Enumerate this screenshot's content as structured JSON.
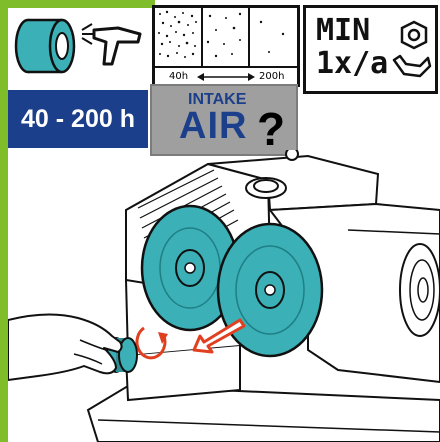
{
  "header": {
    "hours_range": "40 - 200 h",
    "intake_label": "INTAKE",
    "air_label": "AIR",
    "question_mark": "?",
    "scale_start": "40h",
    "scale_end": "200h",
    "min_label": "MIN",
    "frequency_label": "1x/a"
  },
  "colors": {
    "green": "#7fbe2a",
    "navy": "#1b3f8b",
    "gray": "#9f9f9f",
    "filter_teal": "#3bb0b7",
    "arrow_red": "#e0401f"
  },
  "icons": [
    "filter-cartridge-icon",
    "air-gun-icon",
    "dust-level-icon",
    "wrench-nut-icon",
    "pump-machine-icon",
    "hand-icon",
    "rotate-arrow-icon",
    "pull-arrow-icon"
  ]
}
